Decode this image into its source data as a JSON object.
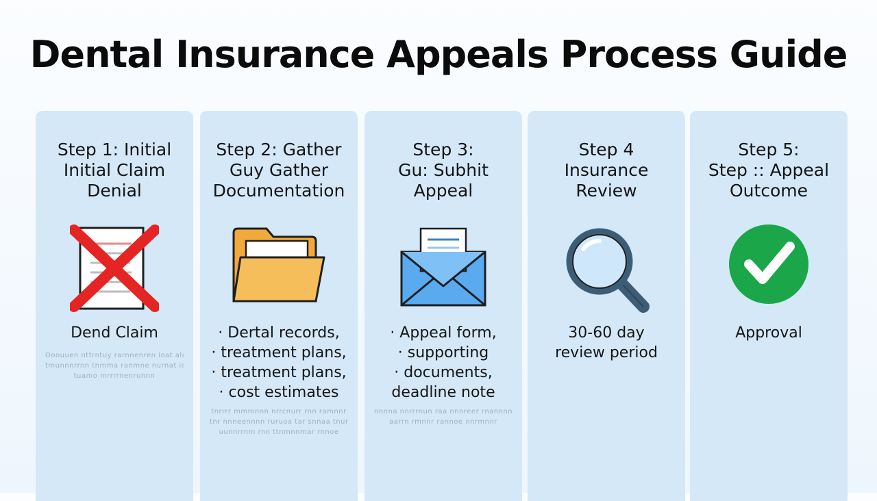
{
  "title": "Dental Insurance Appeals Process Guide",
  "steps": [
    {
      "title_lines": [
        "Step 1: Initial",
        "Initial Claim",
        "Denial"
      ],
      "icon": "denied-document-icon",
      "caption_lines": [
        "Dend Claim"
      ],
      "faint_lines": [
        "Ooouuen nttrntuy rarnnenren ioat alooe",
        "tmunnnrrnn tnmma ranmne nurnat ia trane",
        "tuamo mrrrrnenrunnn"
      ]
    },
    {
      "title_lines": [
        "Step 2: Gather",
        "Guy Gather",
        "Documentation"
      ],
      "icon": "folder-icon",
      "caption_lines": [
        "· Dertal records,",
        "· treatment plans,",
        "· treatment plans,",
        "· cost estimates"
      ],
      "faint_lines": [
        "tnrrrr mmmnnn nrrcnurr rnn ramnnr",
        "tnr nnneennnn ruruoa tar snnaa tnunr",
        "uunnrrnm rnn ttnmnnmar rnnoe"
      ]
    },
    {
      "title_lines": [
        "Step 3:",
        "Gu: Subhit",
        "Appeal"
      ],
      "icon": "envelope-icon",
      "caption_lines": [
        "· Appeal form,",
        "· supporting",
        "· documents,",
        "deadline note"
      ],
      "faint_lines": [
        "nnnna nnrrrnun raa nnnreer rnannnn",
        "aarrn rmnnr rannoe nnrmnnr"
      ]
    },
    {
      "title_lines": [
        "Step 4",
        "Insurance",
        "Review"
      ],
      "icon": "magnifying-glass-icon",
      "caption_lines": [
        "30-60 day",
        "review period"
      ],
      "faint_lines": []
    },
    {
      "title_lines": [
        "Step 5:",
        "Step :: Appeal",
        "Outcome"
      ],
      "icon": "checkmark-icon",
      "caption_lines": [
        "Approval"
      ],
      "faint_lines": []
    }
  ],
  "colors": {
    "card": "#d4e8f8",
    "deny_red": "#e52424",
    "folder": "#f6bd5b",
    "envelope": "#5aaaf0",
    "magnifier": "#3d5d77",
    "approve_green": "#1ba64a"
  }
}
